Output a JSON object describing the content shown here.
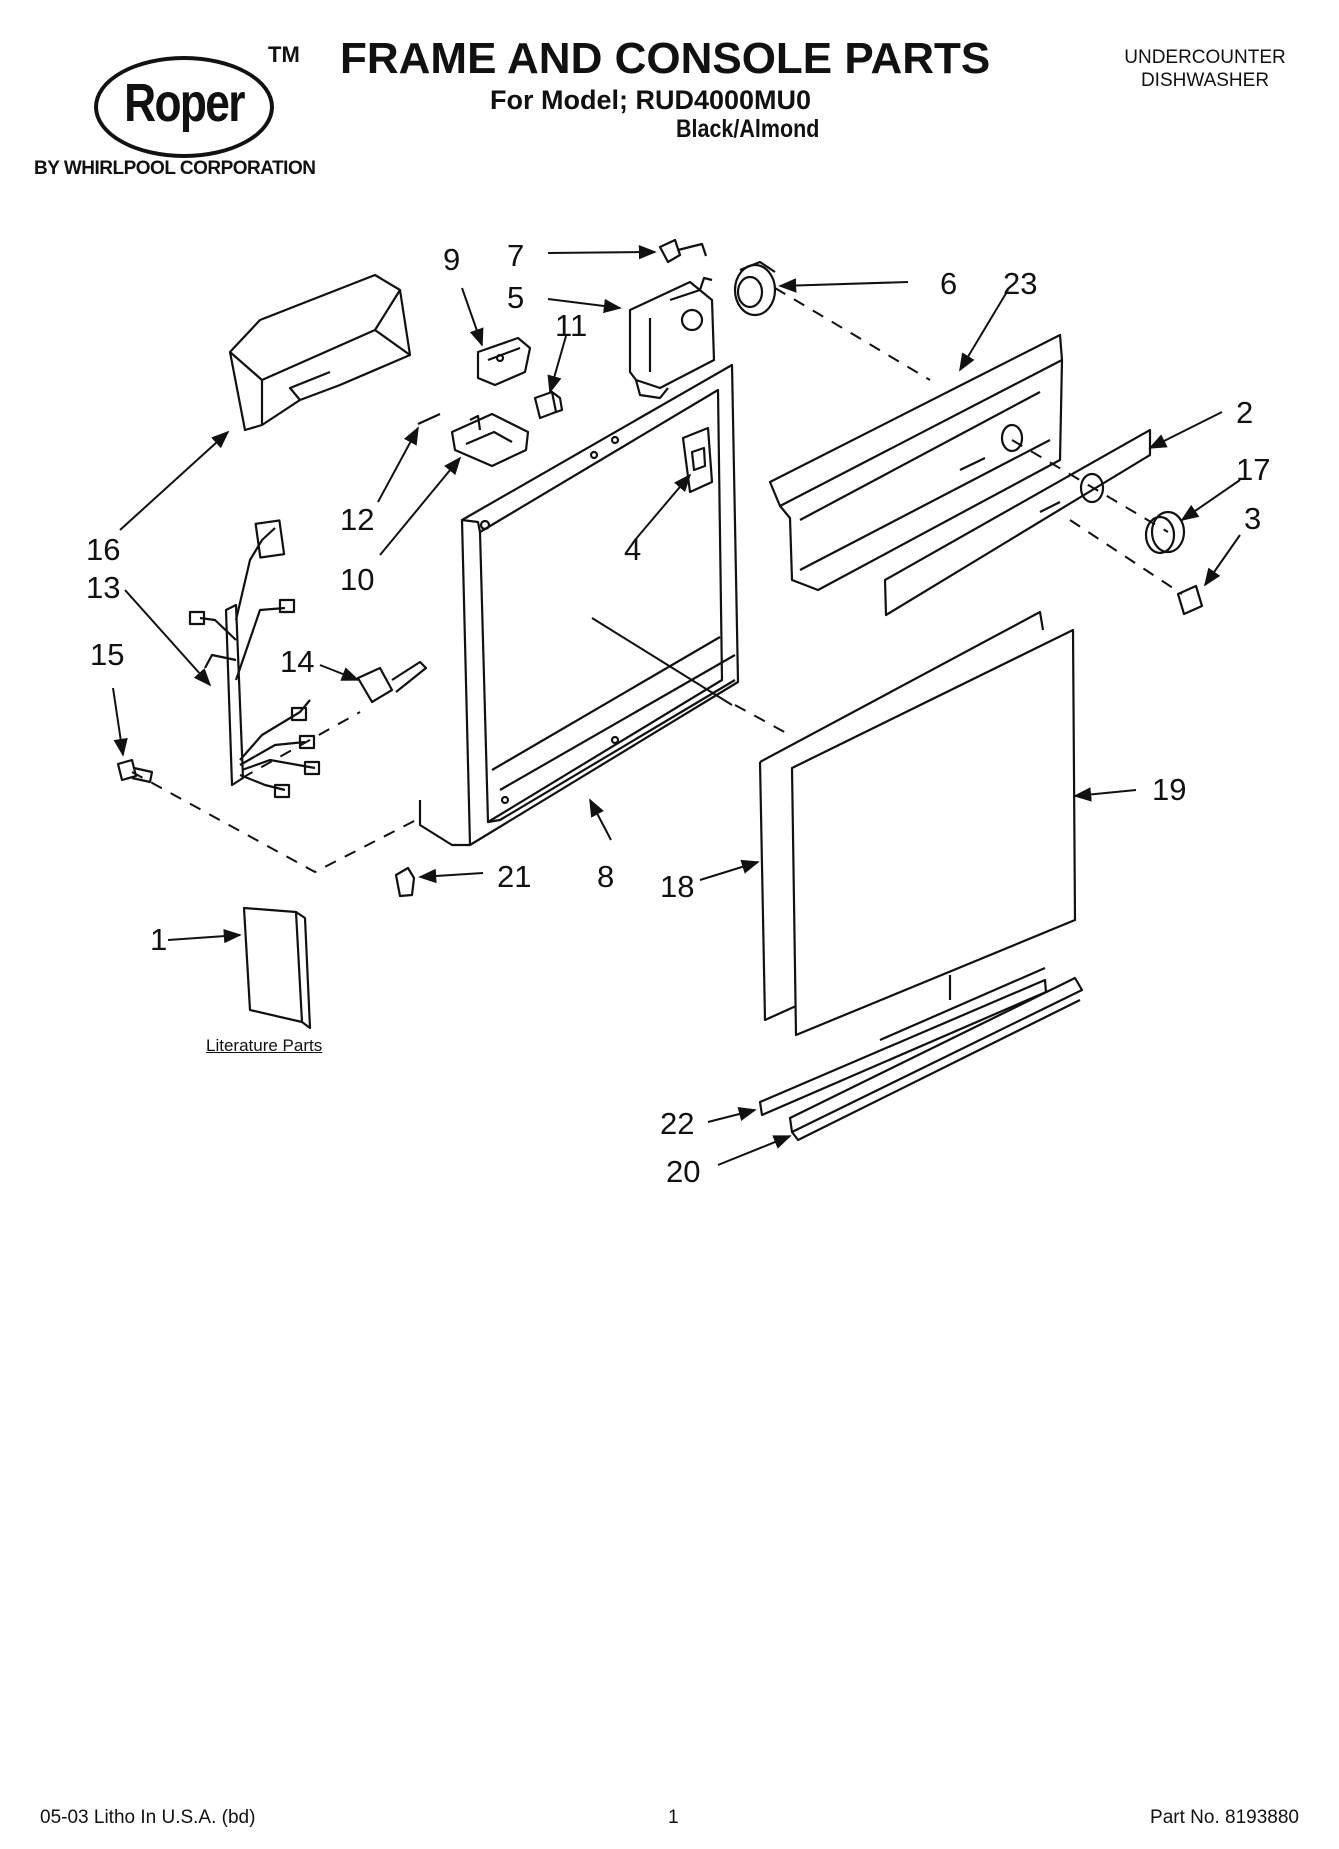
{
  "brand": {
    "logo_text": "Roper",
    "trademark": "TM",
    "corporation": "BY WHIRLPOOL CORPORATION"
  },
  "header": {
    "title": "FRAME AND CONSOLE PARTS",
    "model_line": "For Model; RUD4000MU0",
    "color_variant": "Black/Almond",
    "product_type_line1": "UNDERCOUNTER",
    "product_type_line2": "DISHWASHER"
  },
  "diagram": {
    "callouts": [
      "1",
      "2",
      "3",
      "4",
      "5",
      "6",
      "7",
      "8",
      "9",
      "10",
      "11",
      "12",
      "13",
      "14",
      "15",
      "16",
      "17",
      "18",
      "19",
      "20",
      "21",
      "22",
      "23"
    ],
    "literature_label": "Literature Parts"
  },
  "footer": {
    "print_info": "05-03 Litho In U.S.A. (bd)",
    "page_number": "1",
    "part_number": "Part No. 8193880"
  }
}
